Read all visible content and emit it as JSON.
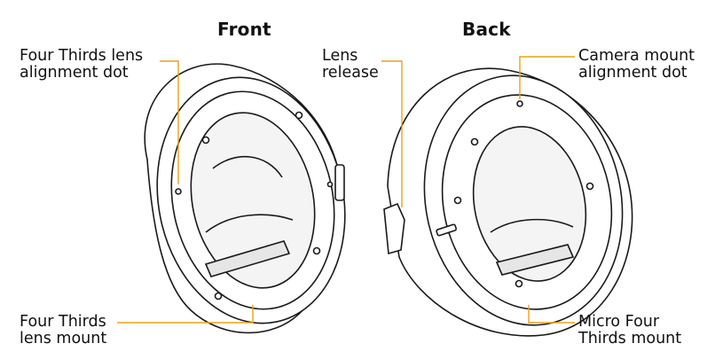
{
  "headings": {
    "front": "Front",
    "back": "Back"
  },
  "labels": {
    "four_thirds_alignment": {
      "line1": "Four Thirds lens",
      "line2": "alignment dot"
    },
    "lens_release": {
      "line1": "Lens",
      "line2": "release"
    },
    "camera_mount_alignment": {
      "line1": "Camera mount",
      "line2": "alignment dot"
    },
    "four_thirds_mount": {
      "line1": "Four Thirds",
      "line2": "lens mount"
    },
    "micro_four_thirds_mount": {
      "line1": "Micro Four",
      "line2": "Thirds mount"
    }
  },
  "colors": {
    "leader": "#e8a317",
    "stroke": "#1a1a1a"
  }
}
